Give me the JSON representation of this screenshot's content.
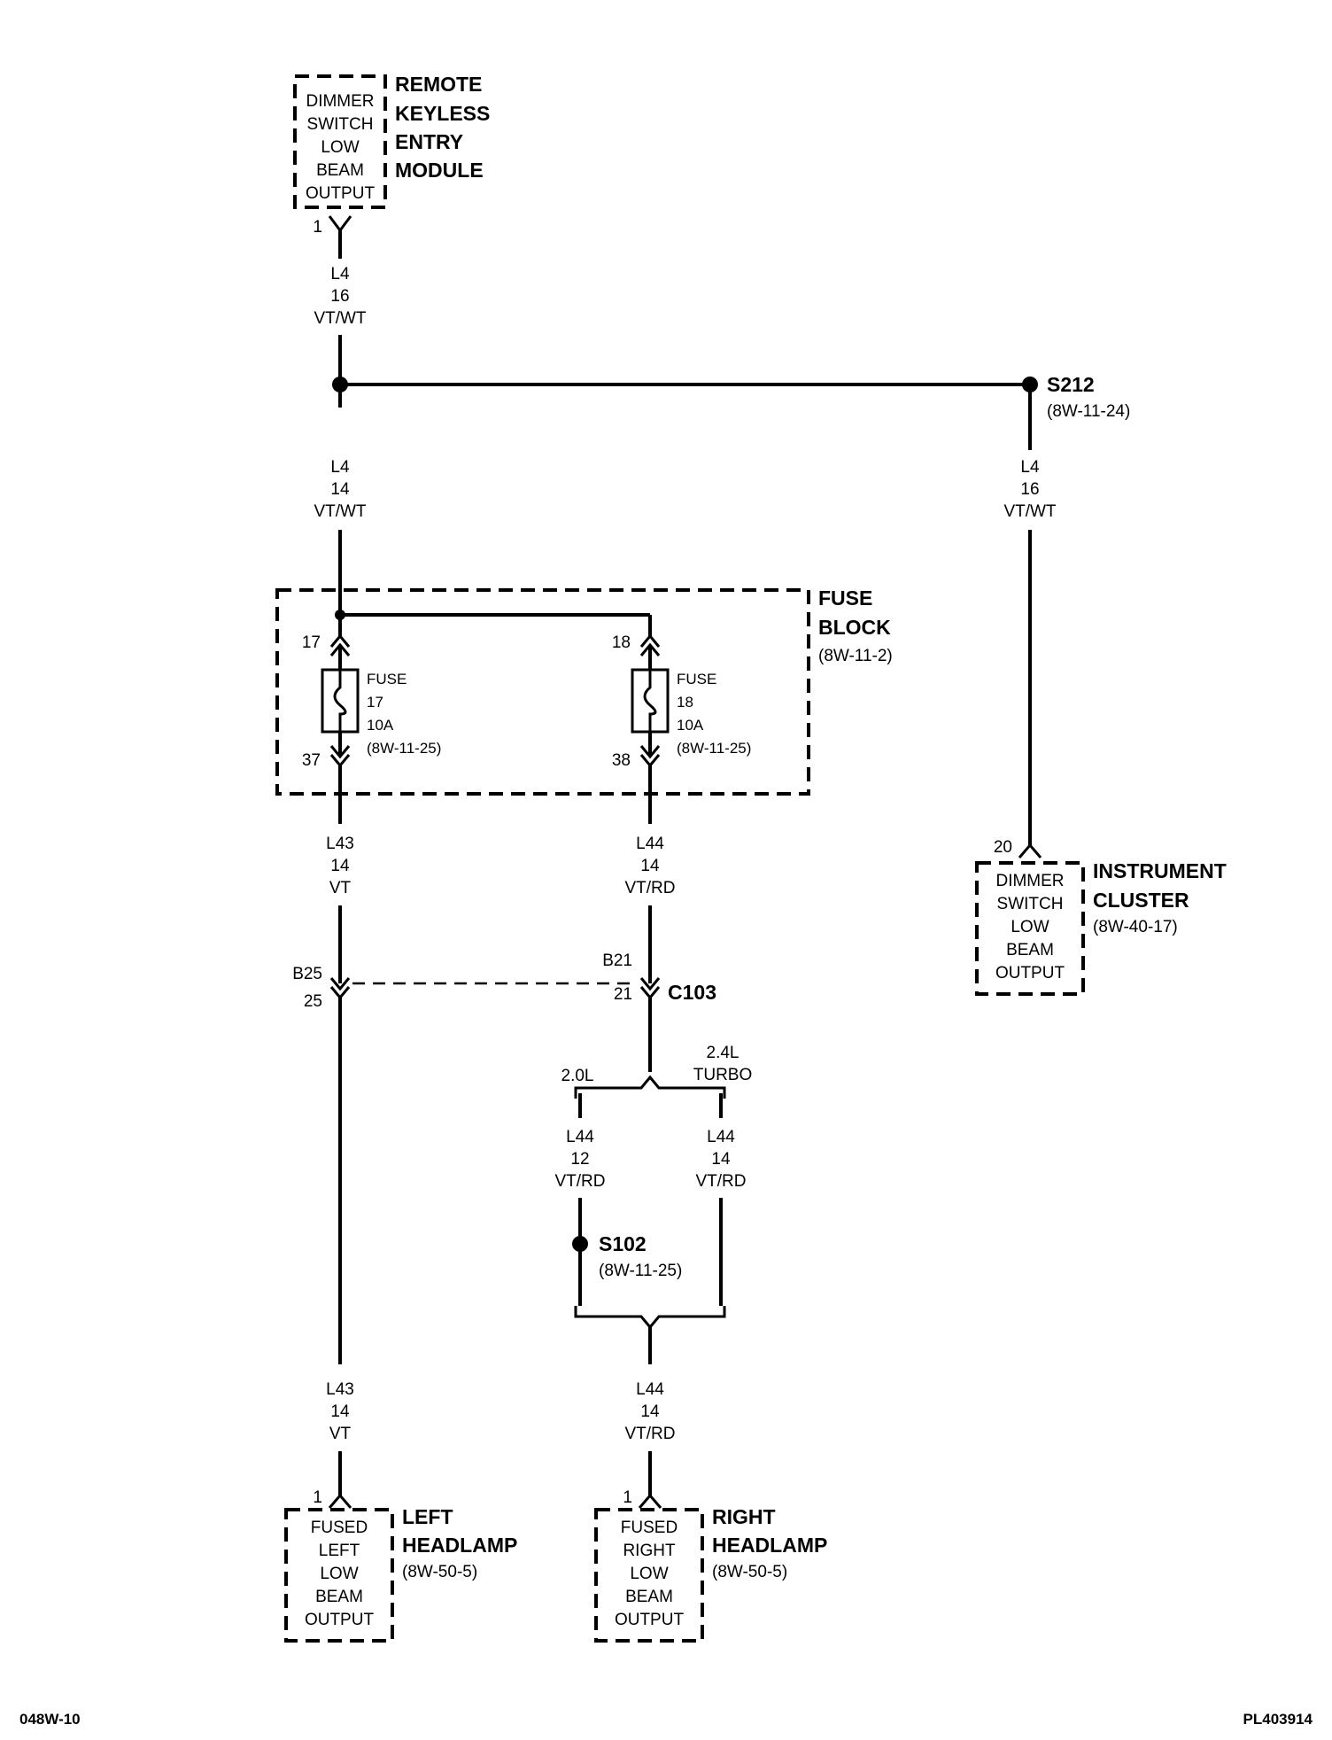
{
  "modules": {
    "rke": {
      "title": [
        "REMOTE",
        "KEYLESS",
        "ENTRY",
        "MODULE"
      ],
      "inner": [
        "DIMMER",
        "SWITCH",
        "LOW",
        "BEAM",
        "OUTPUT"
      ],
      "pin": "1"
    },
    "fuse_block": {
      "title": [
        "FUSE",
        "BLOCK"
      ],
      "ref": "(8W-11-2)"
    },
    "instrument_cluster": {
      "title": [
        "INSTRUMENT",
        "CLUSTER"
      ],
      "ref": "(8W-40-17)",
      "inner": [
        "DIMMER",
        "SWITCH",
        "LOW",
        "BEAM",
        "OUTPUT"
      ],
      "pin": "20"
    },
    "left_headlamp": {
      "title": [
        "LEFT",
        "HEADLAMP"
      ],
      "ref": "(8W-50-5)",
      "inner": [
        "FUSED",
        "LEFT",
        "LOW",
        "BEAM",
        "OUTPUT"
      ],
      "pin": "1"
    },
    "right_headlamp": {
      "title": [
        "RIGHT",
        "HEADLAMP"
      ],
      "ref": "(8W-50-5)",
      "inner": [
        "FUSED",
        "RIGHT",
        "LOW",
        "BEAM",
        "OUTPUT"
      ],
      "pin": "1"
    }
  },
  "fuses": [
    {
      "label": [
        "FUSE",
        "17",
        "10A",
        "(8W-11-25)"
      ],
      "in_pin": "17",
      "out_pin": "37"
    },
    {
      "label": [
        "FUSE",
        "18",
        "10A",
        "(8W-11-25)"
      ],
      "in_pin": "18",
      "out_pin": "38"
    }
  ],
  "splices": {
    "s212": {
      "name": "S212",
      "ref": "(8W-11-24)"
    },
    "s102": {
      "name": "S102",
      "ref": "(8W-11-25)"
    }
  },
  "connector": {
    "name": "C103",
    "left_pins": [
      "B25",
      "25"
    ],
    "right_pins": [
      "B21",
      "21"
    ]
  },
  "variants": [
    "2.0L",
    "2.4L",
    "TURBO"
  ],
  "wires": {
    "rke_out": [
      "L4",
      "16",
      "VT/WT"
    ],
    "to_fuse": [
      "L4",
      "14",
      "VT/WT"
    ],
    "to_cluster": [
      "L4",
      "16",
      "VT/WT"
    ],
    "l43_upper": [
      "L43",
      "14",
      "VT"
    ],
    "l44_upper": [
      "L44",
      "14",
      "VT/RD"
    ],
    "l44_20l": [
      "L44",
      "12",
      "VT/RD"
    ],
    "l44_24l": [
      "L44",
      "14",
      "VT/RD"
    ],
    "l43_lower": [
      "L43",
      "14",
      "VT"
    ],
    "l44_lower": [
      "L44",
      "14",
      "VT/RD"
    ]
  },
  "footer": {
    "left": "048W-10",
    "right": "PL403914"
  }
}
